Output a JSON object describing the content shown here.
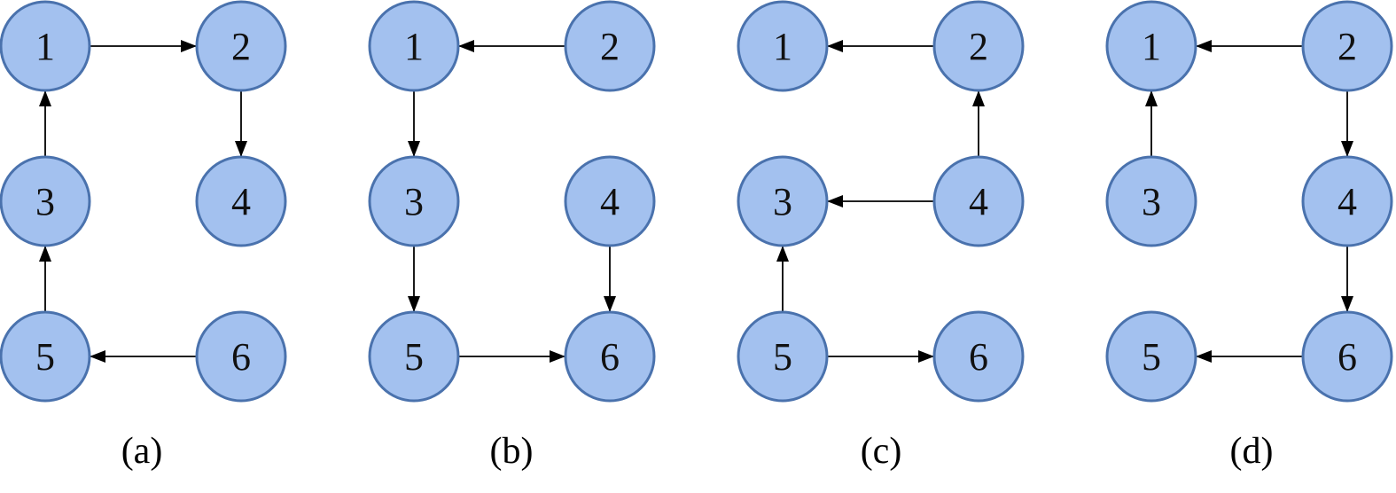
{
  "colors": {
    "node_fill": "#a3c1ef",
    "node_stroke": "#4a72ad",
    "edge": "#000000",
    "text": "#111111"
  },
  "panels": [
    {
      "caption": "(a)",
      "nodes": [
        "1",
        "2",
        "3",
        "4",
        "5",
        "6"
      ],
      "edges": [
        [
          "1",
          "2"
        ],
        [
          "2",
          "4"
        ],
        [
          "3",
          "1"
        ],
        [
          "5",
          "3"
        ],
        [
          "6",
          "5"
        ]
      ]
    },
    {
      "caption": "(b)",
      "nodes": [
        "1",
        "2",
        "3",
        "4",
        "5",
        "6"
      ],
      "edges": [
        [
          "2",
          "1"
        ],
        [
          "1",
          "3"
        ],
        [
          "3",
          "5"
        ],
        [
          "4",
          "6"
        ],
        [
          "5",
          "6"
        ]
      ]
    },
    {
      "caption": "(c)",
      "nodes": [
        "1",
        "2",
        "3",
        "4",
        "5",
        "6"
      ],
      "edges": [
        [
          "2",
          "1"
        ],
        [
          "4",
          "2"
        ],
        [
          "4",
          "3"
        ],
        [
          "5",
          "3"
        ],
        [
          "5",
          "6"
        ]
      ]
    },
    {
      "caption": "(d)",
      "nodes": [
        "1",
        "2",
        "3",
        "4",
        "5",
        "6"
      ],
      "edges": [
        [
          "2",
          "1"
        ],
        [
          "3",
          "1"
        ],
        [
          "2",
          "4"
        ],
        [
          "4",
          "6"
        ],
        [
          "6",
          "5"
        ]
      ]
    }
  ]
}
